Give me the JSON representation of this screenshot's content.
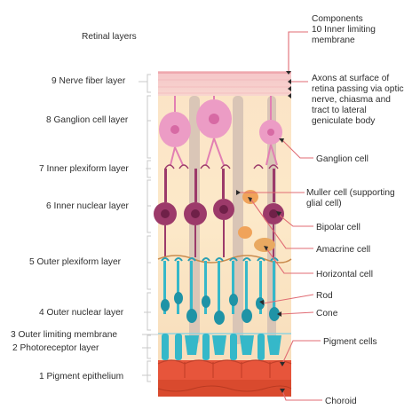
{
  "title": "Retinal layers",
  "components_heading": "Components",
  "layers": [
    "10 Inner limiting membrane",
    "9 Nerve fiber layer",
    "8 Ganglion cell layer",
    "7 Inner plexiform layer",
    "6 Inner nuclear layer",
    "5 Outer plexiform layer",
    "4 Outer nuclear layer",
    "3 Outer limiting membrane",
    "2 Photoreceptor layer",
    "1 Pigment epithelium"
  ],
  "components": [
    "Axons at surface of retina passing via optic nerve, chiasma and tract to lateral geniculate body",
    "Ganglion cell",
    "Muller cell (supporting glial cell)",
    "Bipolar cell",
    "Amacrine cell",
    "Horizontal cell",
    "Rod",
    "Cone",
    "Pigment cells",
    "Choroid"
  ],
  "colors": {
    "nerve_fiber": "#f3c6c8",
    "ganglion": "#e891bd",
    "muller": "#d9c3b5",
    "bipolar": "#9c3a6a",
    "amacrine": "#f0a35a",
    "horizontal": "#e9c27a",
    "rod_cone": "#35b8c9",
    "pigment": "#e7553b",
    "choroid": "#d94a2e",
    "background": "#fbe7c6"
  }
}
